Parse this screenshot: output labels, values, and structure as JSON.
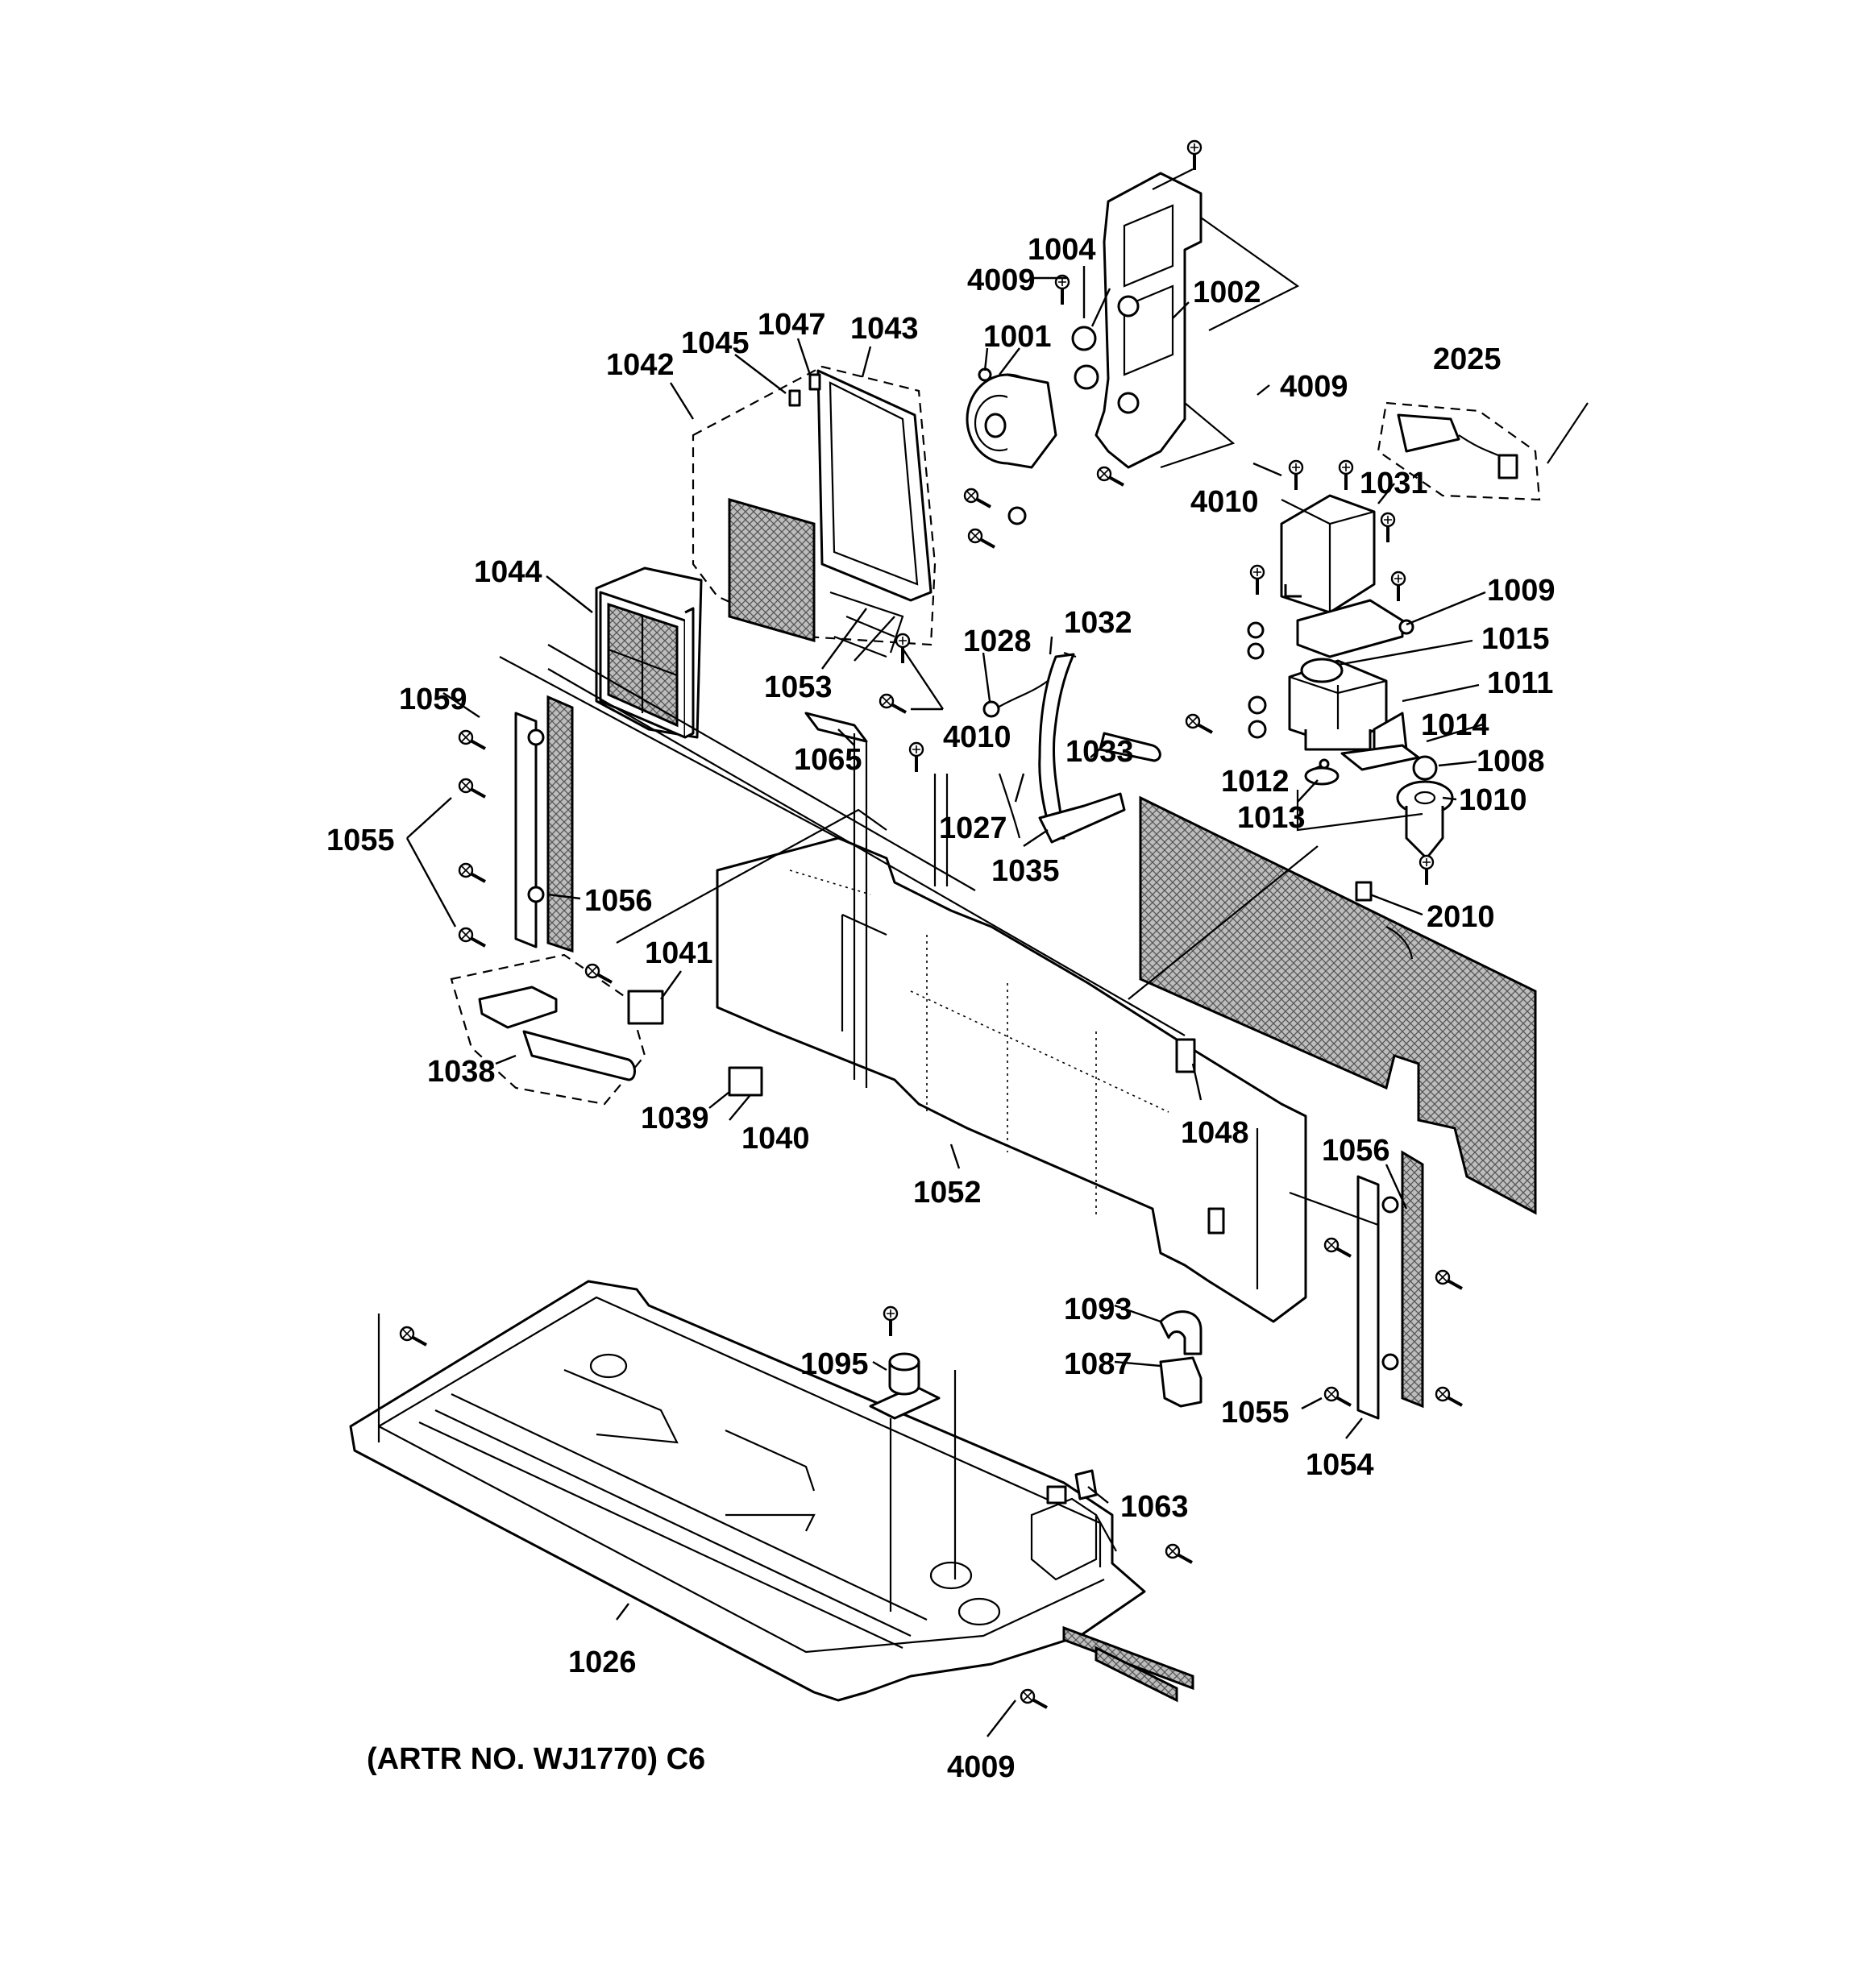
{
  "diagram": {
    "caption": "(ARTR NO. WJ1770) C6",
    "callouts": [
      {
        "id": "c1001",
        "text": "1001"
      },
      {
        "id": "c1002",
        "text": "1002"
      },
      {
        "id": "c1004",
        "text": "1004"
      },
      {
        "id": "c4009a",
        "text": "4009"
      },
      {
        "id": "c4009b",
        "text": "4009"
      },
      {
        "id": "c4009c",
        "text": "4009"
      },
      {
        "id": "c2025",
        "text": "2025"
      },
      {
        "id": "c4010a",
        "text": "4010"
      },
      {
        "id": "c4010b",
        "text": "4010"
      },
      {
        "id": "c1031",
        "text": "1031"
      },
      {
        "id": "c1009",
        "text": "1009"
      },
      {
        "id": "c1015",
        "text": "1015"
      },
      {
        "id": "c1011",
        "text": "1011"
      },
      {
        "id": "c1014",
        "text": "1014"
      },
      {
        "id": "c1008",
        "text": "1008"
      },
      {
        "id": "c1012",
        "text": "1012"
      },
      {
        "id": "c1013",
        "text": "1013"
      },
      {
        "id": "c1010",
        "text": "1010"
      },
      {
        "id": "c2010",
        "text": "2010"
      },
      {
        "id": "c1042",
        "text": "1042"
      },
      {
        "id": "c1045",
        "text": "1045"
      },
      {
        "id": "c1047",
        "text": "1047"
      },
      {
        "id": "c1043",
        "text": "1043"
      },
      {
        "id": "c1044",
        "text": "1044"
      },
      {
        "id": "c1028",
        "text": "1028"
      },
      {
        "id": "c1032",
        "text": "1032"
      },
      {
        "id": "c1053",
        "text": "1053"
      },
      {
        "id": "c1065",
        "text": "1065"
      },
      {
        "id": "c1033",
        "text": "1033"
      },
      {
        "id": "c1027",
        "text": "1027"
      },
      {
        "id": "c1035",
        "text": "1035"
      },
      {
        "id": "c1059",
        "text": "1059"
      },
      {
        "id": "c1055a",
        "text": "1055"
      },
      {
        "id": "c1056a",
        "text": "1056"
      },
      {
        "id": "c1041",
        "text": "1041"
      },
      {
        "id": "c1038",
        "text": "1038"
      },
      {
        "id": "c1039",
        "text": "1039"
      },
      {
        "id": "c1040",
        "text": "1040"
      },
      {
        "id": "c1048",
        "text": "1048"
      },
      {
        "id": "c1052",
        "text": "1052"
      },
      {
        "id": "c1056b",
        "text": "1056"
      },
      {
        "id": "c1093",
        "text": "1093"
      },
      {
        "id": "c1087",
        "text": "1087"
      },
      {
        "id": "c1095",
        "text": "1095"
      },
      {
        "id": "c1055b",
        "text": "1055"
      },
      {
        "id": "c1054",
        "text": "1054"
      },
      {
        "id": "c1063",
        "text": "1063"
      },
      {
        "id": "c1026",
        "text": "1026"
      }
    ]
  }
}
